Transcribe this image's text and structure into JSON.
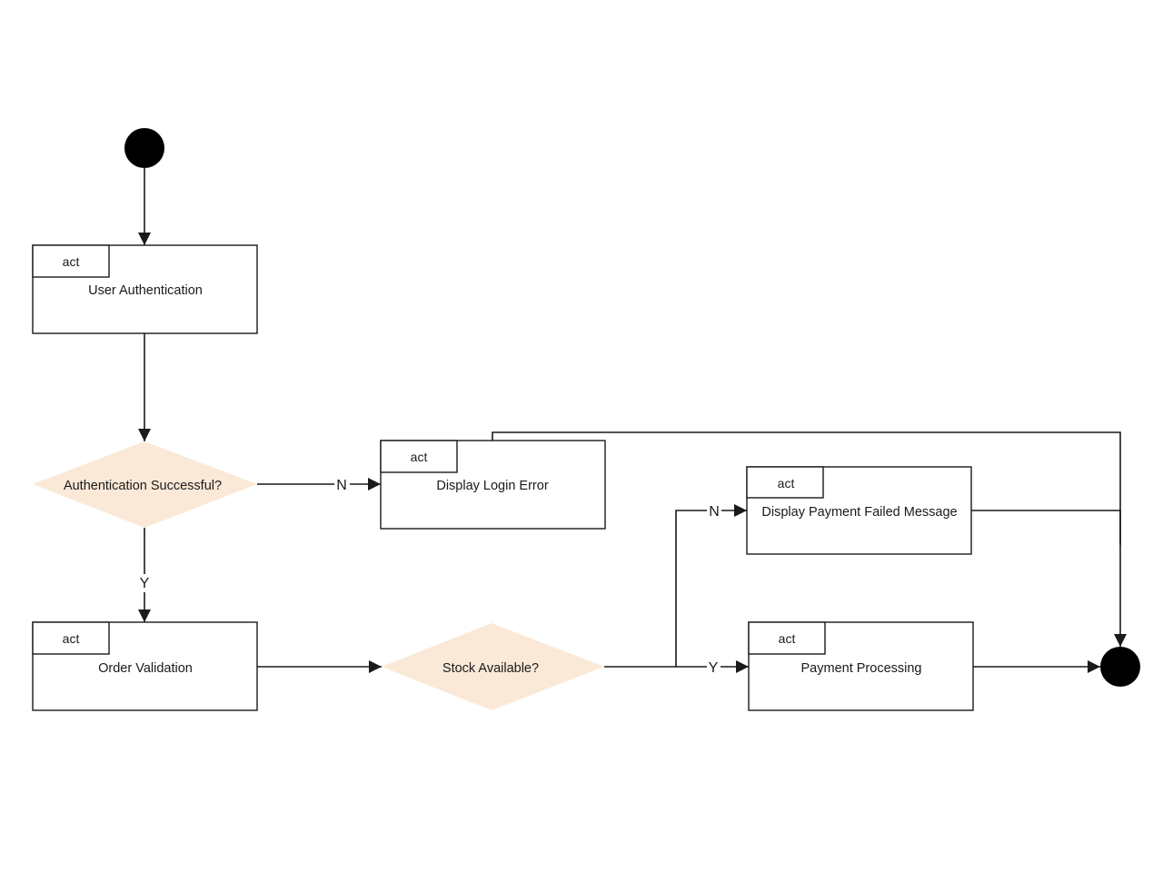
{
  "diagram": {
    "colors": {
      "line": "#1a1a1a",
      "decision_fill": "#fbe9d7",
      "node_fill": "#ffffff",
      "terminal": "#000000"
    },
    "nodes": {
      "user_auth": {
        "tag": "act",
        "label": "User Authentication"
      },
      "auth_decision": {
        "label": "Authentication Successful?"
      },
      "login_error": {
        "tag": "act",
        "label": "Display Login Error"
      },
      "order_validation": {
        "tag": "act",
        "label": "Order Validation"
      },
      "stock_decision": {
        "label": "Stock Available?"
      },
      "payment_failed": {
        "tag": "act",
        "label": "Display Payment Failed Message"
      },
      "payment_processing": {
        "tag": "act",
        "label": "Payment Processing"
      }
    },
    "edges": {
      "auth_no": "N",
      "auth_yes": "Y",
      "stock_no": "N",
      "stock_yes": "Y"
    }
  }
}
